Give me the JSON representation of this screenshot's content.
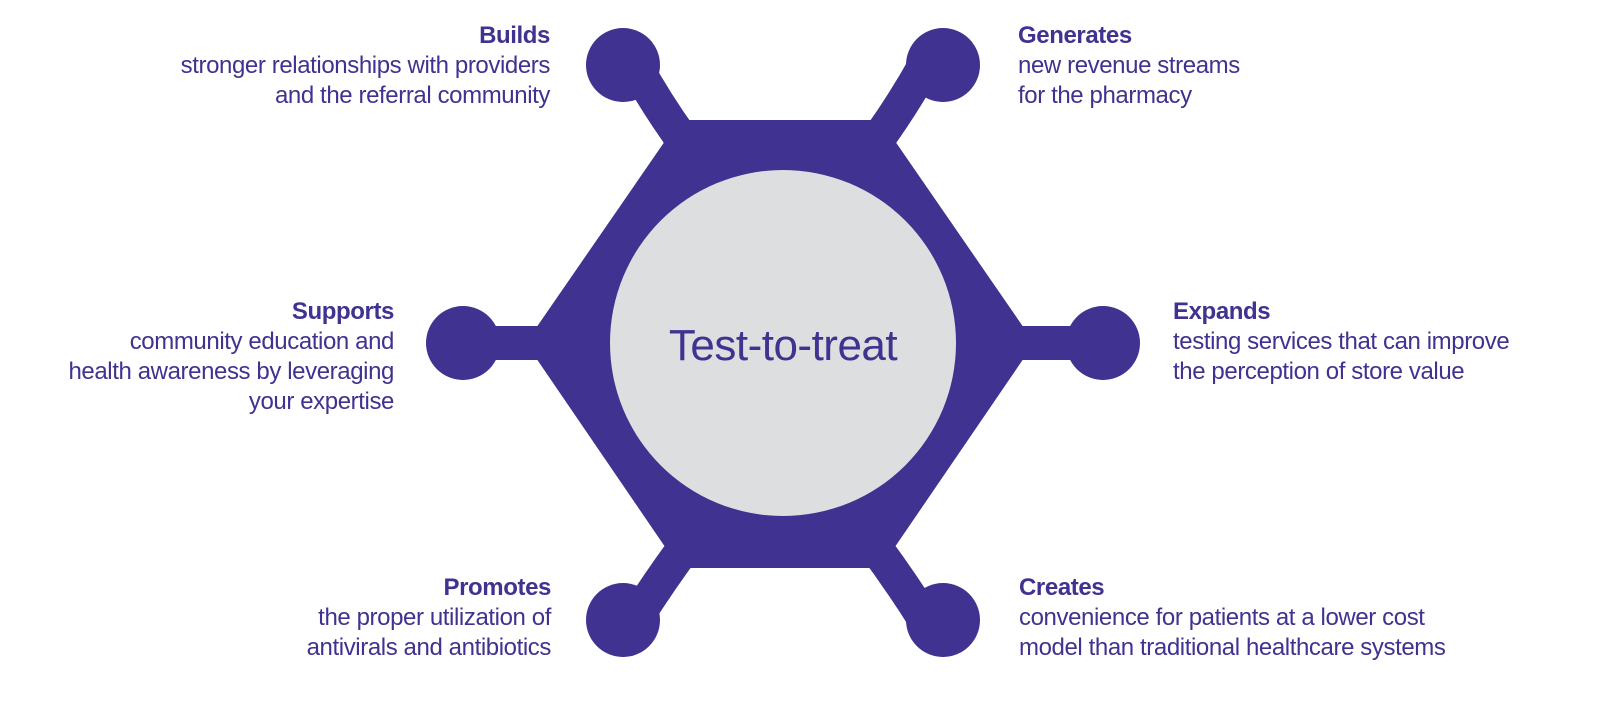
{
  "colors": {
    "accent": "#3f3290",
    "center_fill": "#dcdedf",
    "background": "#ffffff"
  },
  "center": {
    "title": "Test-to-treat"
  },
  "nodes": {
    "builds": {
      "title": "Builds",
      "lines": [
        "stronger relationships with providers",
        "and the referral community"
      ]
    },
    "generates": {
      "title": "Generates",
      "lines": [
        "new revenue streams",
        "for the pharmacy"
      ]
    },
    "supports": {
      "title": "Supports",
      "lines": [
        "community education and",
        "health awareness by leveraging",
        "your expertise"
      ]
    },
    "expands": {
      "title": "Expands",
      "lines": [
        "testing services that can improve",
        "the perception of store value"
      ]
    },
    "promotes": {
      "title": "Promotes",
      "lines": [
        "the proper utilization of",
        "antivirals and antibiotics"
      ]
    },
    "creates": {
      "title": "Creates",
      "lines": [
        "convenience for patients at a lower cost",
        "model than traditional healthcare systems"
      ]
    }
  }
}
